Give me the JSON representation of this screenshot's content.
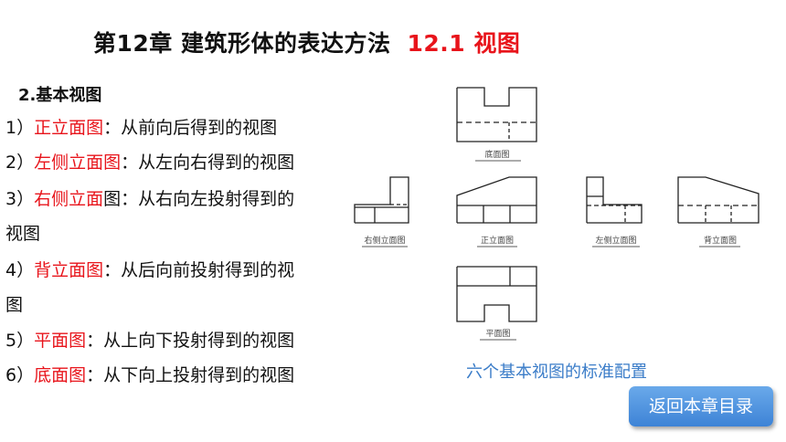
{
  "header": {
    "chapter": "第12章 建筑形体的表达方法",
    "section": "12.1 视图"
  },
  "subtitle": "2.基本视图",
  "items": [
    {
      "num": "1）",
      "term": "正立面图",
      "rest": "：从前向后得到的视图",
      "cont": ""
    },
    {
      "num": "2）",
      "term": "左侧立面图",
      "rest": "：从左向右得到的视图",
      "cont": ""
    },
    {
      "num": "3）",
      "term": "右侧立面",
      "rest": "图：从右向左投射得到的",
      "cont": "视图"
    },
    {
      "num": "4）",
      "term": "背立面图",
      "rest": "：从后向前投射得到的视",
      "cont": "图"
    },
    {
      "num": "5）",
      "term": "平面图",
      "rest": "：从上向下投射得到的视图",
      "cont": ""
    },
    {
      "num": "6）",
      "term": "底面图",
      "rest": "：从下向上投射得到的视图",
      "cont": ""
    }
  ],
  "diagram": {
    "labels": {
      "bottom": "底面图",
      "right_side": "右侧立面图",
      "front": "正立面图",
      "left_side": "左侧立面图",
      "back": "背立面图",
      "plan": "平面图"
    },
    "caption": "六个基本视图的标准配置"
  },
  "return_button": "返回本章目录",
  "colors": {
    "accent_red": "#e8141b",
    "caption_blue": "#3a7cc8",
    "button_blue": "#3d83d6"
  }
}
